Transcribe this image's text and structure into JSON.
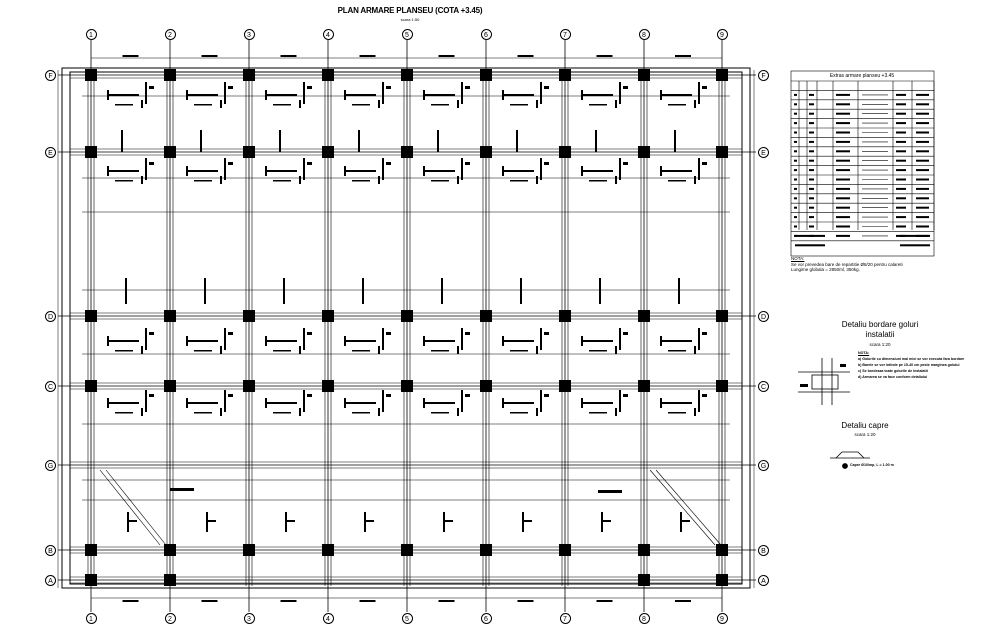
{
  "drawing": {
    "title": "PLAN ARMARE PLANSEU (COTA +3.45)",
    "scale": "scara 1:50"
  },
  "grid": {
    "columns": [
      "1",
      "2",
      "3",
      "4",
      "5",
      "6",
      "7",
      "8",
      "9"
    ],
    "rows": [
      "F",
      "E",
      "D",
      "C",
      "G",
      "B",
      "A"
    ]
  },
  "table": {
    "title": "Extras armare planseu +3.45"
  },
  "note": {
    "title": "NOTA:",
    "lines": [
      "Se vor prevedea bare de repartitie Ø8/20 pentru calareti",
      "Lungime globala = 2850ml, 350kg."
    ]
  },
  "detail_openings": {
    "title_line1": "Detaliu bordare goluri",
    "title_line2": "instalatii",
    "scale": "scara 1:20",
    "notes_title": "NOTA:",
    "notes": [
      "a) Golurile cu dimensiuni mai mici se vor executa fara bordare",
      "b) Barele se vor intinde pe 15-40 cm peste marginea golului",
      "c) Se bordeaza toate golurile de instalatii",
      "d) Armarea se va face conform detaliului"
    ]
  },
  "detail_capre": {
    "title": "Detaliu capre",
    "scale": "scara 1:20",
    "note": "Capre Ø10/mp, L = 1.00 m"
  },
  "colors": {
    "ink": "#000000",
    "paper": "#ffffff"
  }
}
